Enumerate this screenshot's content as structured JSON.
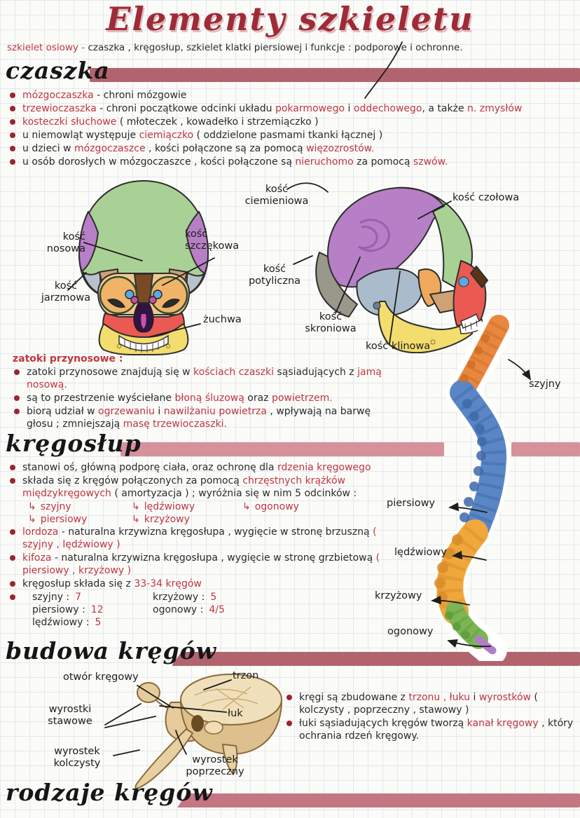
{
  "title": "Elementy szkieletu",
  "intro": [
    {
      "t": "szkielet osiowy - ",
      "c": "r"
    },
    {
      "t": "czaszka , kręgosłup, szkielet klatki piersiowej i funkcje : podporowe i ochronne."
    }
  ],
  "sections": {
    "czaszka": {
      "heading": "czaszka",
      "bullets": [
        [
          {
            "t": "mózgoczaszka",
            "c": "r"
          },
          {
            "t": " - chroni mózgowie"
          }
        ],
        [
          {
            "t": "trzewioczaszka",
            "c": "r"
          },
          {
            "t": " - chroni początkowe odcinki układu "
          },
          {
            "t": "pokarmowego",
            "c": "r"
          },
          {
            "t": " i "
          },
          {
            "t": "oddechowego",
            "c": "r"
          },
          {
            "t": ", a także "
          },
          {
            "t": "n. zmysłów",
            "c": "r"
          }
        ],
        [
          {
            "t": "kosteczki słuchowe",
            "c": "r"
          },
          {
            "t": " ( młoteczek , kowadełko i strzemiączko )"
          }
        ],
        [
          {
            "t": "u niemowląt występuje "
          },
          {
            "t": "ciemiączko",
            "c": "r"
          },
          {
            "t": " ( oddzielone pasmami tkanki łącznej )"
          }
        ],
        [
          {
            "t": "u dzieci w "
          },
          {
            "t": "mózgoczaszce",
            "c": "r"
          },
          {
            "t": " , kości połączone są za pomocą "
          },
          {
            "t": "więzozrostów.",
            "c": "r"
          }
        ],
        [
          {
            "t": "u osób dorosłych w mózgoczaszce , kości połączone są "
          },
          {
            "t": "nieruchomo",
            "c": "r"
          },
          {
            "t": " za pomocą "
          },
          {
            "t": "szwów.",
            "c": "r"
          }
        ]
      ]
    },
    "zatoki": {
      "heading": "zatoki przynosowe :",
      "bullets": [
        [
          {
            "t": "zatoki przynosowe znajdują się w "
          },
          {
            "t": "kościach czaszki",
            "c": "r"
          },
          {
            "t": " sąsiadujących z "
          },
          {
            "t": "jamą nosową.",
            "c": "r"
          }
        ],
        [
          {
            "t": "są to przestrzenie wyściełane "
          },
          {
            "t": "błoną śluzową",
            "c": "r"
          },
          {
            "t": " oraz "
          },
          {
            "t": "powietrzem.",
            "c": "r"
          }
        ],
        [
          {
            "t": "biorą udział w "
          },
          {
            "t": "ogrzewaniu",
            "c": "r"
          },
          {
            "t": " i "
          },
          {
            "t": "nawilżaniu powietrza",
            "c": "r"
          },
          {
            "t": " , wpływają na barwę głosu ; zmniejszają "
          },
          {
            "t": "masę trzewioczaszki.",
            "c": "r"
          }
        ]
      ]
    },
    "kregoslup": {
      "heading": "kręgosłup",
      "bullets": [
        [
          {
            "t": "stanowi oś, główną podporę ciała, oraz ochronę dla "
          },
          {
            "t": "rdzenia kręgowego",
            "c": "r"
          }
        ],
        [
          {
            "t": "składa się z kręgów połączonych za pomocą "
          },
          {
            "t": "chrzęstnych krążków międzykręgowych",
            "c": "r"
          },
          {
            "t": " ( amortyzacja ) ; wyróżnia się w nim 5 odcinków :"
          }
        ]
      ],
      "branches_row1": [
        {
          "a": "↳",
          "t": "szyjny"
        },
        {
          "a": "↳",
          "t": "lędźwiowy"
        },
        {
          "a": "↳",
          "t": "ogonowy"
        }
      ],
      "branches_row2": [
        {
          "a": "↳",
          "t": "piersiowy"
        },
        {
          "a": "↳",
          "t": "krzyżowy"
        }
      ],
      "bullets2": [
        [
          {
            "t": "lordoza",
            "c": "r"
          },
          {
            "t": " - naturalna krzywizna kręgosłupa , wygięcie w stronę brzuszną "
          },
          {
            "t": "( szyjny , lędźwiowy )",
            "c": "r"
          }
        ],
        [
          {
            "t": "kifoza",
            "c": "r"
          },
          {
            "t": " - naturalna krzywizna kręgosłupa , wygięcie w stronę grzbietową "
          },
          {
            "t": "( piersiowy , krzyżowy )",
            "c": "r"
          }
        ],
        [
          {
            "t": "kręgosłup składa się z "
          },
          {
            "t": "33-34 kręgów",
            "c": "r"
          }
        ]
      ],
      "counts": [
        {
          "label": "szyjny :",
          "value": "7"
        },
        {
          "label": "piersiowy :",
          "value": "12"
        },
        {
          "label": "lędźwiowy :",
          "value": "5"
        },
        {
          "label": "krzyżowy :",
          "value": "5"
        },
        {
          "label": "ogonowy :",
          "value": "4/5"
        }
      ]
    },
    "budowa": {
      "heading": "budowa kręgów",
      "bullets": [
        [
          {
            "t": "kręgi są zbudowane z "
          },
          {
            "t": "trzonu , łuku",
            "c": "r"
          },
          {
            "t": " i "
          },
          {
            "t": "wyrostków",
            "c": "r"
          },
          {
            "t": " ( kolczysty , poprzeczny , stawowy )"
          }
        ],
        [
          {
            "t": "łuki sąsiadujących kręgów tworzą "
          },
          {
            "t": "kanał kręgowy",
            "c": "r"
          },
          {
            "t": " , który ochrania rdzeń kręgowy."
          }
        ]
      ]
    },
    "rodzaje": {
      "heading": "rodzaje kręgów"
    }
  },
  "skull_front_labels": {
    "nosowa": "kość\nnosowa",
    "szczekowa": "kość\nszczękowa",
    "jarzmowa": "kość\njarzmowa",
    "zuchwa": "żuchwa"
  },
  "skull_side_labels": {
    "ciemieniowa": "kość\nciemieniowa",
    "czolowa": "kość czołowa",
    "potyliczna": "kość\npotyliczna",
    "skroniowa": "kość\nskroniowa",
    "klinowa": "kość klinowa"
  },
  "spine_labels": {
    "szyjny": "szyjny",
    "piersiowy": "piersiowy",
    "ledzwiowy": "lędźwiowy",
    "krzyzowy": "krzyżowy",
    "ogonowy": "ogonowy"
  },
  "vertebra_labels": {
    "otwor": "otwór kręgowy",
    "trzon": "trzon",
    "stawowe": "wyrostki\nstawowe",
    "luk": "łuk",
    "kolczysty": "wyrostek\nkolczysty",
    "poprzeczny": "wyrostek\npoprzeczny"
  },
  "palette": {
    "accent_red": "#bf3642",
    "title_red": "#9e2b37",
    "bar_dark": "#b2646e",
    "bar_light": "#d6929b",
    "spine_cervical": "#e8883f",
    "spine_thoracic": "#5b86c5",
    "spine_lumbar": "#f0a83c",
    "spine_sacral": "#7cb553",
    "spine_coccyx": "#b07fc7",
    "bone": "#e3c795",
    "skull_green": "#a9d195",
    "skull_purple": "#b77fc6",
    "skull_gray": "#9a988a",
    "skull_temporal": "#aabccc",
    "skull_red": "#ea5a52",
    "skull_yellow": "#f2dd6e",
    "skull_orange": "#f0a95c",
    "skull_tan": "#cfa173"
  }
}
